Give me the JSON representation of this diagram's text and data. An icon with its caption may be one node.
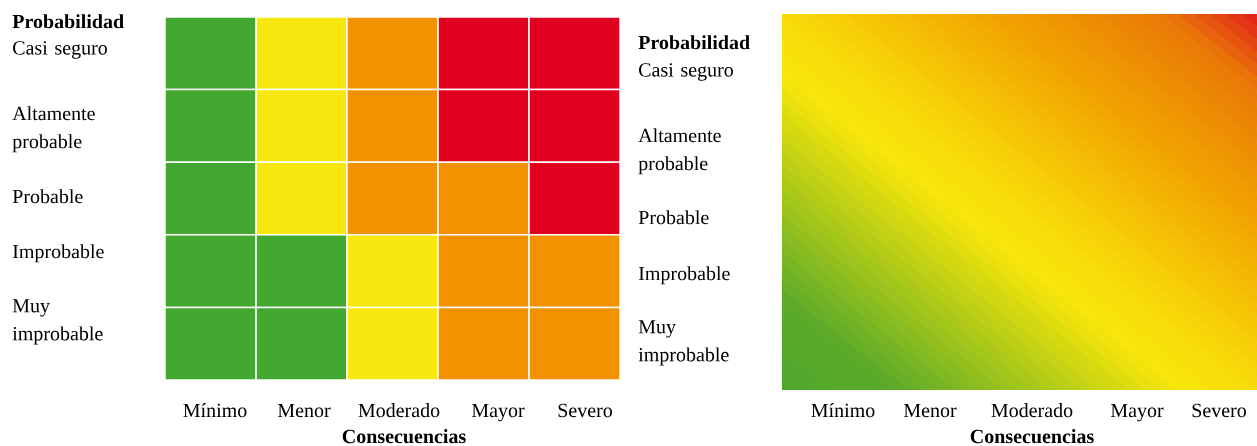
{
  "diagram": {
    "labels": [
      "Probabilidad",
      "Casi seguro",
      "Altamente probable",
      "Probable",
      "Improbable",
      "Muy improbable",
      "Mínimo",
      "Menor",
      "Moderado",
      "Mayor",
      "Severo",
      "Consecuencias",
      "Probabilidad",
      "Casi seguro",
      "Altamente probable",
      "Probable",
      "Improbable",
      "Muy improbable",
      "Mínimo",
      "Menor",
      "Moderado",
      "Mayor",
      "Severo",
      "Consecuencias"
    ]
  }
}
